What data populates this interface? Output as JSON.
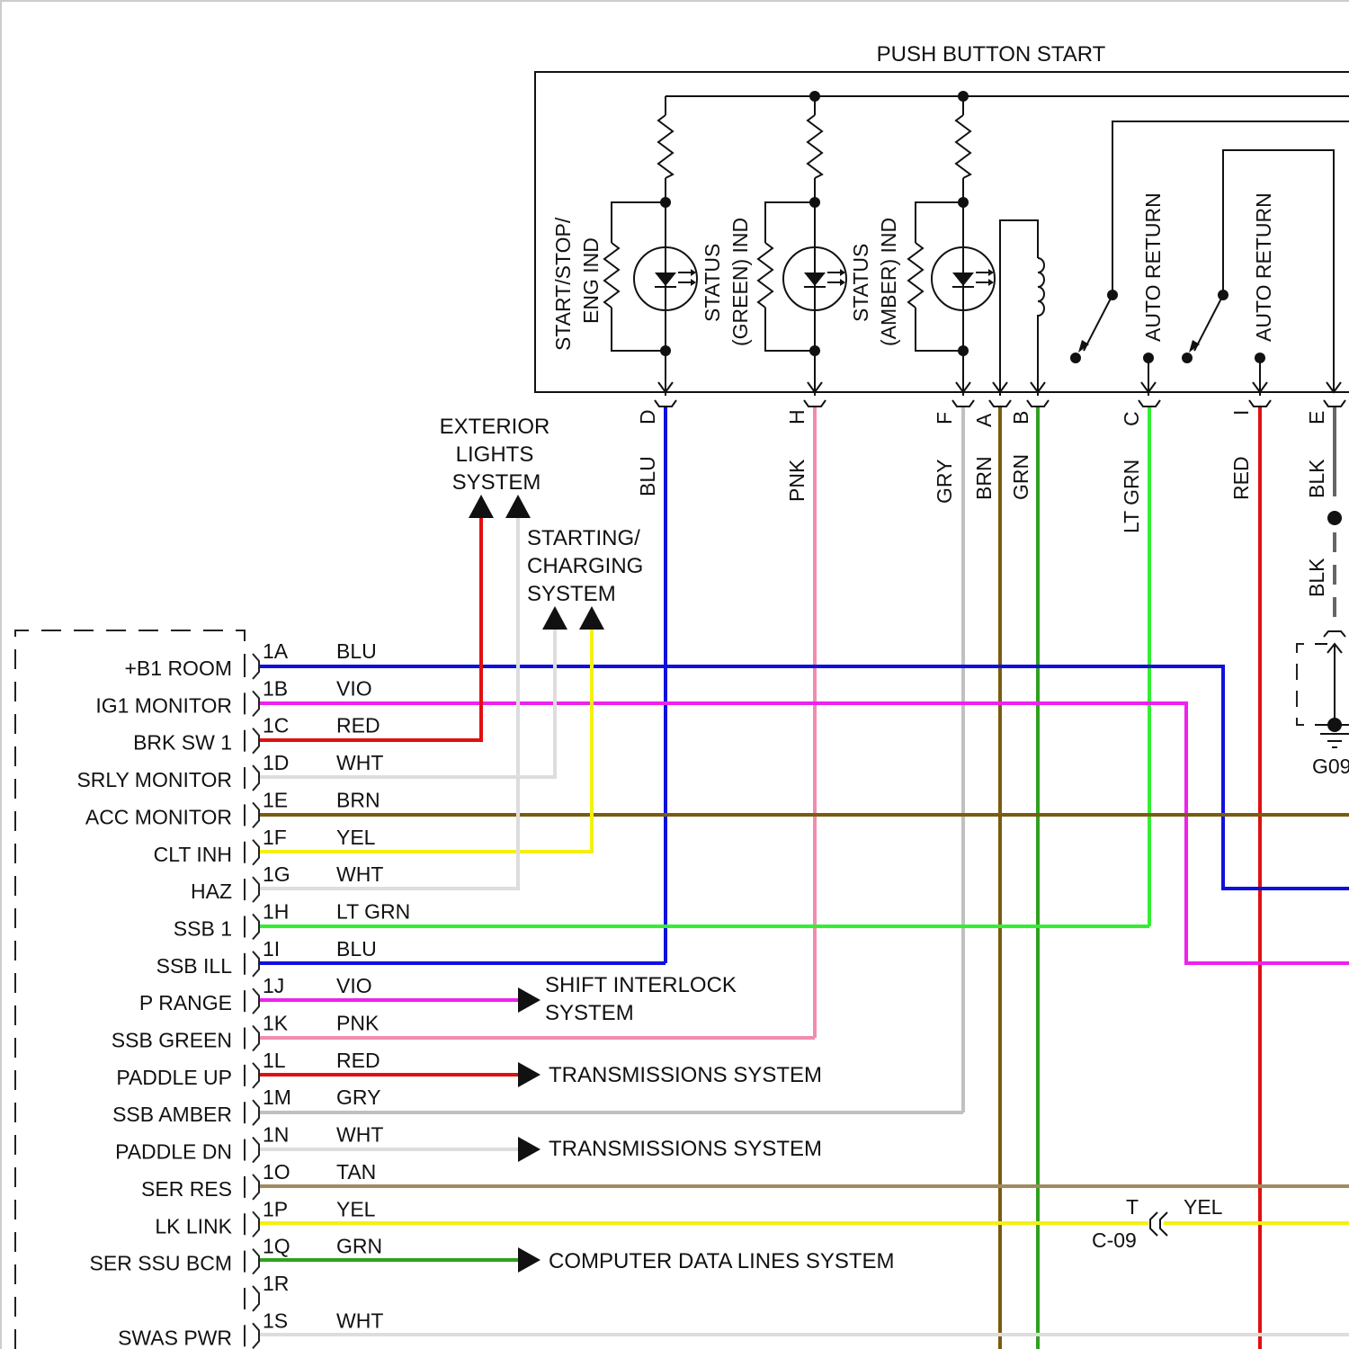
{
  "title": "PUSH BUTTON START",
  "module": {
    "components": [
      {
        "label_lines": [
          "START/STOP/",
          "ENG IND"
        ],
        "pin": "D",
        "wire": "BLU",
        "color": "#1010dd"
      },
      {
        "label_lines": [
          "STATUS",
          "(GREEN) IND"
        ],
        "pin": "H",
        "wire": "PNK",
        "color": "#f08cb0"
      },
      {
        "label_lines": [
          "STATUS",
          "(AMBER) IND"
        ],
        "pin": "F",
        "wire": "GRY",
        "color": "#c0c0c0"
      }
    ],
    "switches": [
      {
        "label": "AUTO RETURN",
        "pin": "C",
        "wire": "LT GRN",
        "color": "#33ee33"
      },
      {
        "label": "AUTO RETURN",
        "pin": "I",
        "wire": "RED",
        "color": "#e01010"
      }
    ],
    "coil_pins": [
      {
        "pin": "A",
        "wire": "BRN",
        "color": "#7a5c10"
      },
      {
        "pin": "B",
        "wire": "GRN",
        "color": "#30a020"
      }
    ],
    "ground_pin": {
      "pin": "E",
      "wire": "BLK",
      "wire2": "BLK",
      "color": "#666666",
      "ground": "G09"
    }
  },
  "destinations": {
    "exterior_lights": [
      "EXTERIOR",
      "LIGHTS",
      "SYSTEM"
    ],
    "starting_charging": [
      "STARTING/",
      "CHARGING",
      "SYSTEM"
    ],
    "shift_interlock": [
      "SHIFT INTERLOCK",
      "SYSTEM"
    ],
    "transmissions_1": "TRANSMISSIONS SYSTEM",
    "transmissions_2": "TRANSMISSIONS SYSTEM",
    "computer_data": "COMPUTER DATA LINES SYSTEM"
  },
  "inline_connector": {
    "pin": "T",
    "name": "C-09",
    "wire": "YEL"
  },
  "bcm_pins": [
    {
      "pin": "1A",
      "name": "+B1 ROOM",
      "wire": "BLU",
      "color": "#1010dd"
    },
    {
      "pin": "1B",
      "name": "IG1 MONITOR",
      "wire": "VIO",
      "color": "#ee22ee"
    },
    {
      "pin": "1C",
      "name": "BRK SW 1",
      "wire": "RED",
      "color": "#e01010"
    },
    {
      "pin": "1D",
      "name": "SRLY MONITOR",
      "wire": "WHT",
      "color": "#dddddd"
    },
    {
      "pin": "1E",
      "name": "ACC MONITOR",
      "wire": "BRN",
      "color": "#7a5c10"
    },
    {
      "pin": "1F",
      "name": "CLT INH",
      "wire": "YEL",
      "color": "#f5f010"
    },
    {
      "pin": "1G",
      "name": "HAZ",
      "wire": "WHT",
      "color": "#dddddd"
    },
    {
      "pin": "1H",
      "name": "SSB 1",
      "wire": "LT GRN",
      "color": "#33ee33"
    },
    {
      "pin": "1I",
      "name": "SSB ILL",
      "wire": "BLU",
      "color": "#1010dd"
    },
    {
      "pin": "1J",
      "name": "P RANGE",
      "wire": "VIO",
      "color": "#ee22ee"
    },
    {
      "pin": "1K",
      "name": "SSB GREEN",
      "wire": "PNK",
      "color": "#f08cb0"
    },
    {
      "pin": "1L",
      "name": "PADDLE UP",
      "wire": "RED",
      "color": "#e01010"
    },
    {
      "pin": "1M",
      "name": "SSB AMBER",
      "wire": "GRY",
      "color": "#c0c0c0"
    },
    {
      "pin": "1N",
      "name": "PADDLE DN",
      "wire": "WHT",
      "color": "#dddddd"
    },
    {
      "pin": "1O",
      "name": "SER RES",
      "wire": "TAN",
      "color": "#a08a60"
    },
    {
      "pin": "1P",
      "name": "LK LINK",
      "wire": "YEL",
      "color": "#f5f010"
    },
    {
      "pin": "1Q",
      "name": "SER SSU BCM",
      "wire": "GRN",
      "color": "#30a020"
    },
    {
      "pin": "1R",
      "name": "",
      "wire": "",
      "color": ""
    },
    {
      "pin": "1S",
      "name": "SWAS PWR",
      "wire": "WHT",
      "color": "#dddddd"
    }
  ]
}
